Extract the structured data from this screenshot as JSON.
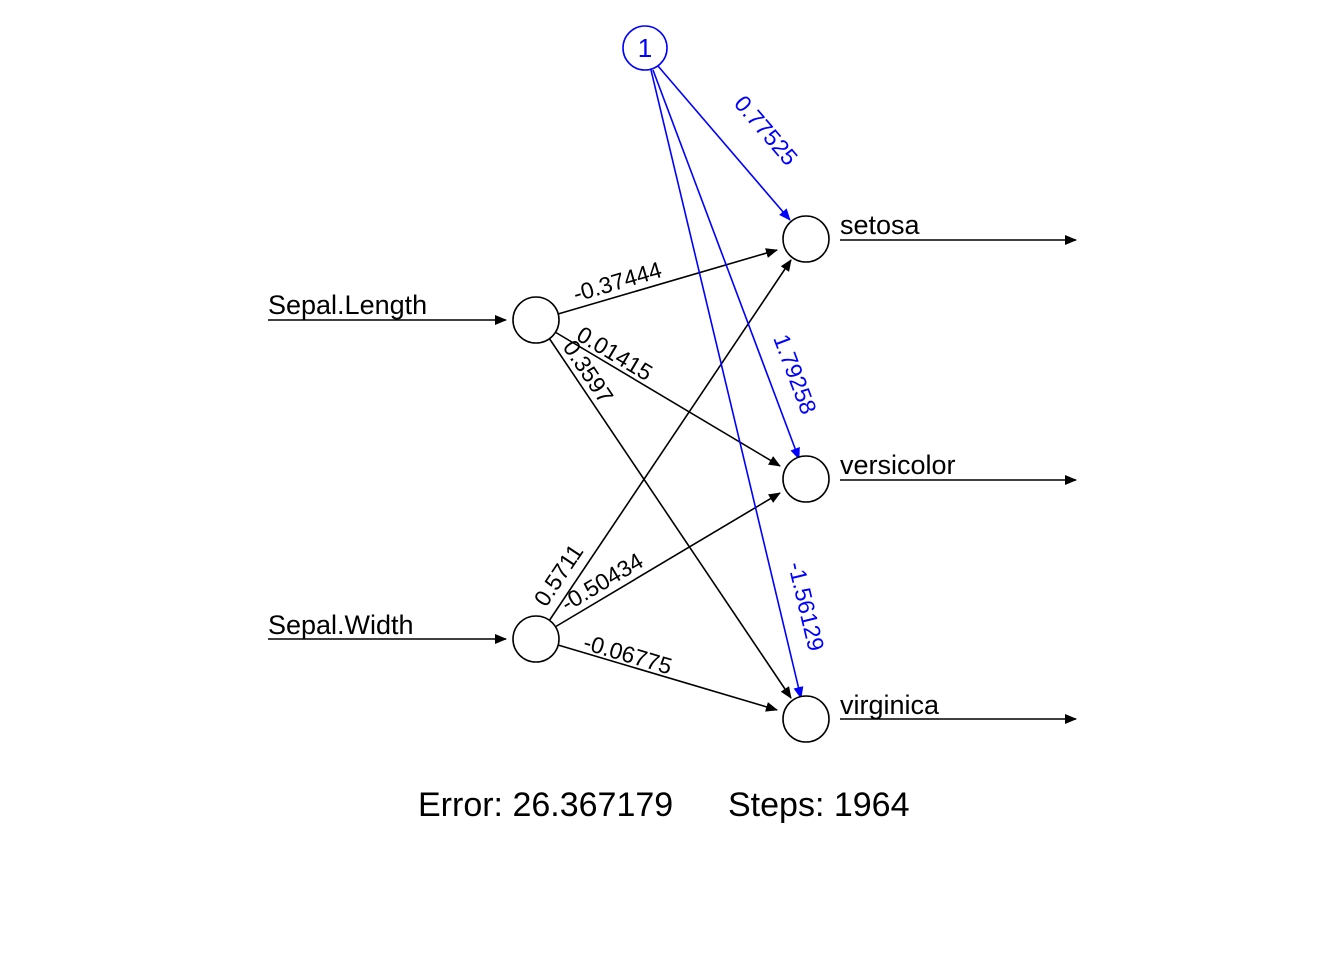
{
  "network": {
    "inputs": [
      "Sepal.Length",
      "Sepal.Width"
    ],
    "outputs": [
      "setosa",
      "versicolor",
      "virginica"
    ],
    "bias_label": "1",
    "weights": {
      "sepal_length_setosa": "-0.37444",
      "sepal_length_versicolor": "0.01415",
      "sepal_length_virginica": "0.3597",
      "sepal_width_setosa": "0.5711",
      "sepal_width_versicolor": "-0.50434",
      "sepal_width_virginica": "-0.06775",
      "bias_setosa": "0.77525",
      "bias_versicolor": "1.79258",
      "bias_virginica": "-1.56129"
    },
    "colors": {
      "weights": "#000000",
      "bias": "#0000FF"
    }
  },
  "footer": {
    "error_label": "Error: 26.367179",
    "steps_label": "Steps: 1964"
  }
}
